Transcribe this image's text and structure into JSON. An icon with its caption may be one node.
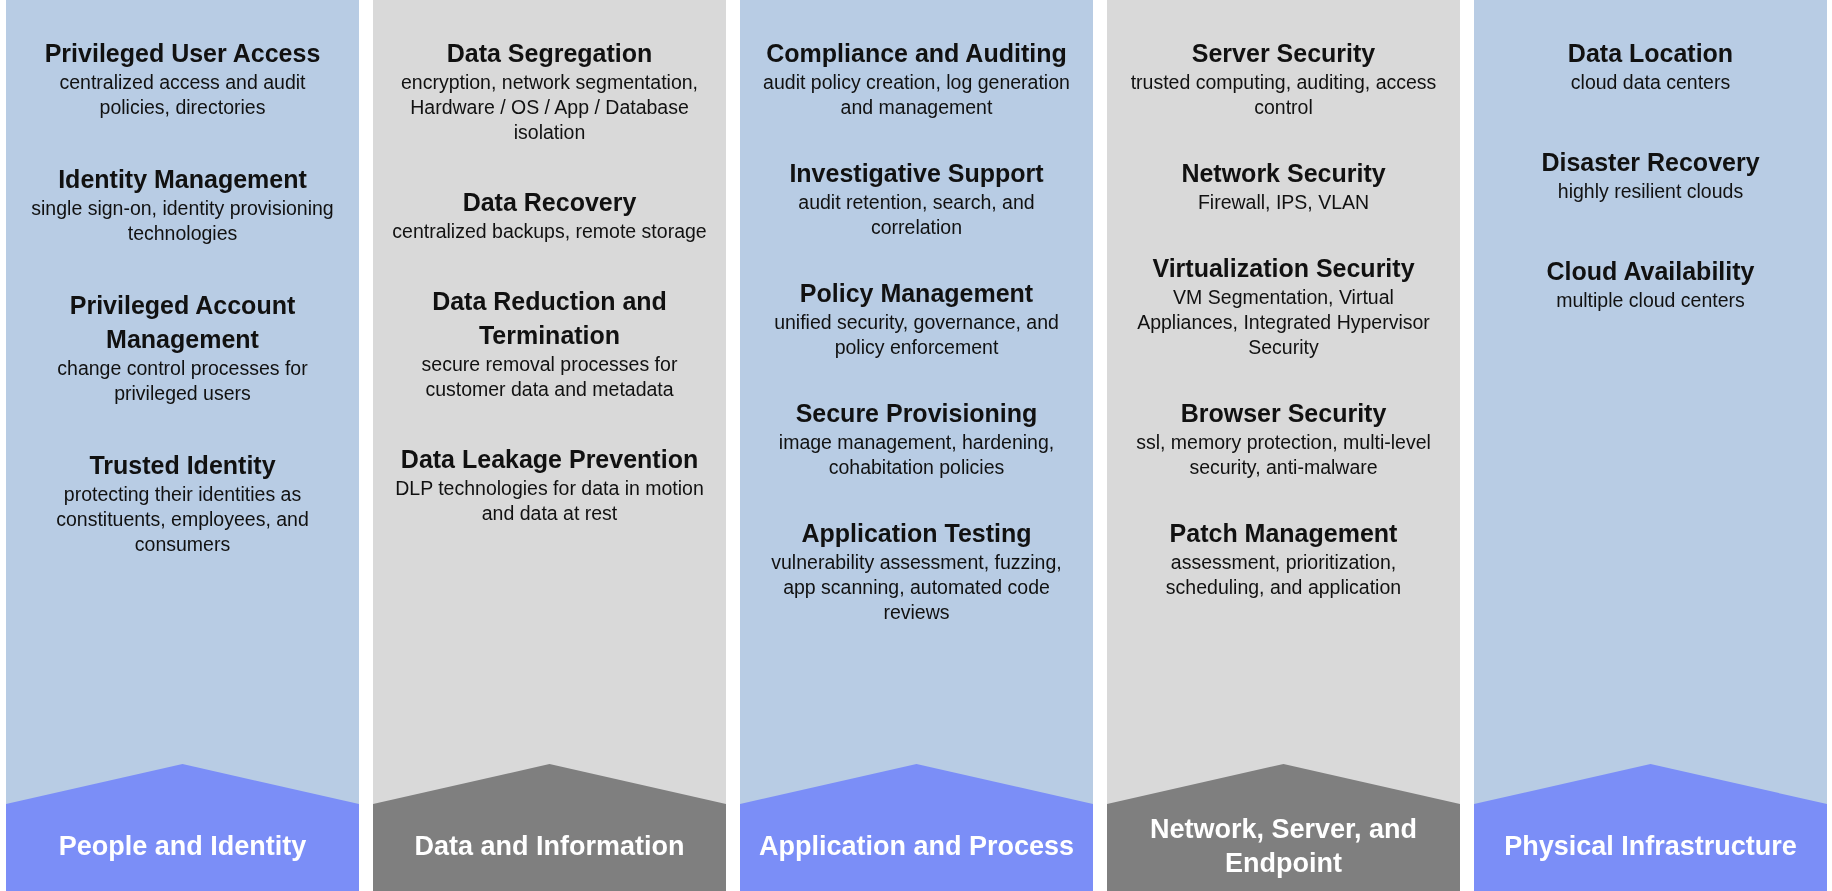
{
  "diagram": {
    "nodes": [
      {
        "text": [
          "People and Identity"
        ]
      },
      {
        "text": [
          "Privileged User Access",
          "centralized access and audit policies, directories"
        ],
        "in": 0
      },
      {
        "text": [
          "Identity Management",
          "single sign-on, identity provisioning technologies"
        ],
        "in": 0
      },
      {
        "text": [
          "Privileged Account Management",
          "change control processes for privileged users"
        ],
        "in": 0
      },
      {
        "text": [
          "Trusted Identity",
          "protecting their identities as constituents, employees, and consumers"
        ],
        "in": 0
      },
      {
        "text": [
          "Data and Information"
        ]
      },
      {
        "text": [
          "Data Segregation",
          "encryption, network segmentation, Hardware / OS / App / Database isolation"
        ],
        "in": 5
      },
      {
        "text": [
          "Data Recovery",
          "centralized backups, remote storage"
        ],
        "in": 5
      },
      {
        "text": [
          "Data Reduction and Termination",
          "secure removal processes for customer data and metadata"
        ],
        "in": 5
      },
      {
        "text": [
          "Data Leakage Prevention",
          "DLP technologies for data in motion and data at rest"
        ],
        "in": 5
      },
      {
        "text": [
          "Application and Process"
        ]
      },
      {
        "text": [
          "Compliance and Auditing",
          "audit policy creation, log generation and management"
        ],
        "in": 10
      },
      {
        "text": [
          "Investigative Support",
          "audit retention, search, and correlation"
        ],
        "in": 10
      },
      {
        "text": [
          "Policy Management",
          "unified security, governance, and policy enforcement"
        ],
        "in": 10
      },
      {
        "text": [
          "Secure Provisioning",
          "image management, hardening, cohabitation policies"
        ],
        "in": 10
      },
      {
        "text": [
          "Application Testing",
          "vulnerability assessment, fuzzing, app scanning, automated code reviews"
        ],
        "in": 10
      },
      {
        "text": [
          "Network, Server, and Endpoint"
        ]
      },
      {
        "text": [
          "Server Security",
          "trusted computing, auditing, access control"
        ],
        "in": 16
      },
      {
        "text": [
          "Network Security",
          "Firewall, IPS, VLAN"
        ],
        "in": 16
      },
      {
        "text": [
          "Virtualization Security",
          "VM Segmentation, Virtual Appliances, Integrated Hypervisor Security"
        ],
        "in": 16
      },
      {
        "text": [
          "Browser Security",
          "ssl, memory protection, multi-level security, anti-malware"
        ],
        "in": 16
      },
      {
        "text": [
          "Patch Management",
          "assessment, prioritization, scheduling, and application"
        ],
        "in": 16
      },
      {
        "text": [
          "Physical Infrastructure"
        ]
      },
      {
        "text": [
          "Data Location",
          "cloud data centers"
        ],
        "in": 22
      },
      {
        "text": [
          "Disaster Recovery",
          "highly resilient clouds"
        ],
        "in": 22
      },
      {
        "text": [
          "Cloud Availability",
          "multiple cloud centers"
        ],
        "in": 22
      }
    ]
  }
}
